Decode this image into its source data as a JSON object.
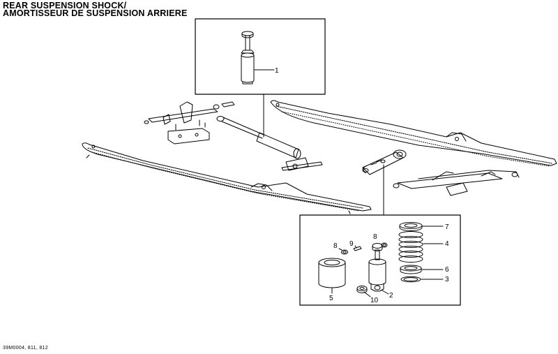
{
  "title": {
    "line1": "REAR SUSPENSION SHOCK/",
    "line2": "AMORTISSEUR DE SUSPENSION ARRIERE"
  },
  "figure_code": "39M0004, 811, 812",
  "callouts": [
    "1",
    "7",
    "4",
    "8",
    "9",
    "8",
    "6",
    "3",
    "5",
    "10",
    "2"
  ]
}
